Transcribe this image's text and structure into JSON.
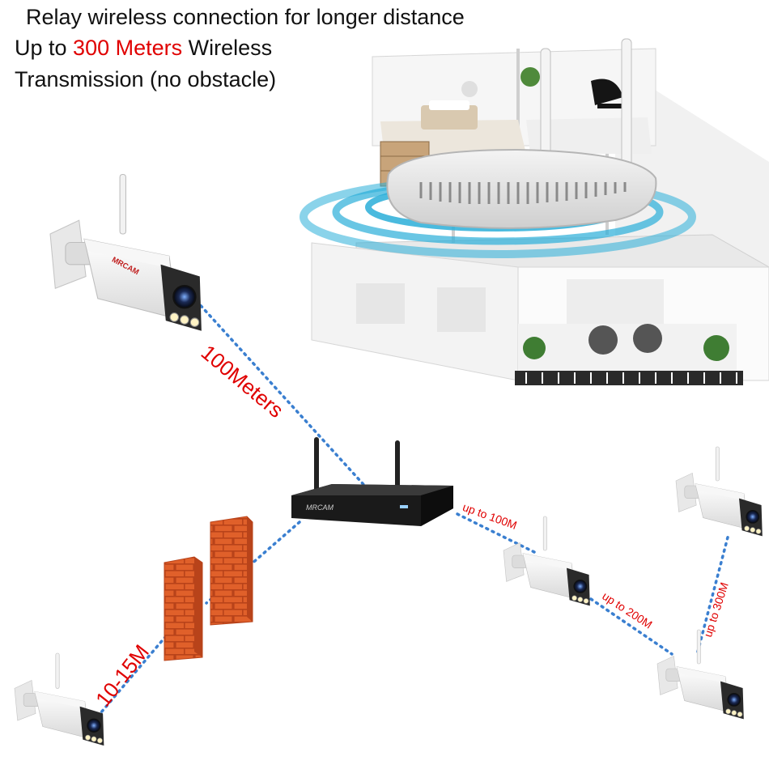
{
  "headline": {
    "line1": "Relay wireless connection for longer distance",
    "line2_prefix": "Up to ",
    "line2_highlight": "300 Meters",
    "line2_suffix": " Wireless",
    "line3": "Transmission (no obstacle)"
  },
  "distances": {
    "camera_to_nvr": "100Meters",
    "through_wall": "10-15M",
    "hop1": "up to 100M",
    "hop2": "up to 200M",
    "hop3": "up to 300M"
  },
  "brand": {
    "camera_logo": "MRCAM",
    "nvr_logo": "MRCAM"
  },
  "colors": {
    "text": "#111111",
    "highlight": "#e00000",
    "link_dots": "#3a7fd0",
    "wifi_rings": "#2aaed8",
    "brick": "#e0602a",
    "nvr_body": "#1a1a1a"
  },
  "icons": [
    "house-cutaway-icon",
    "router-icon",
    "bullet-camera-icon",
    "nvr-recorder-icon",
    "brick-wall-icon"
  ]
}
